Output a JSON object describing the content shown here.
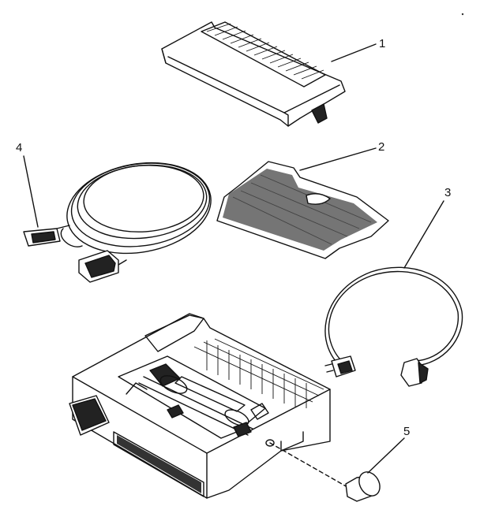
{
  "callouts": [
    {
      "id": "1",
      "part": "top-cover"
    },
    {
      "id": "2",
      "part": "paper-separator"
    },
    {
      "id": "3",
      "part": "power-cord"
    },
    {
      "id": "4",
      "part": "interface-cable"
    },
    {
      "id": "5",
      "part": "platen-knob"
    }
  ]
}
